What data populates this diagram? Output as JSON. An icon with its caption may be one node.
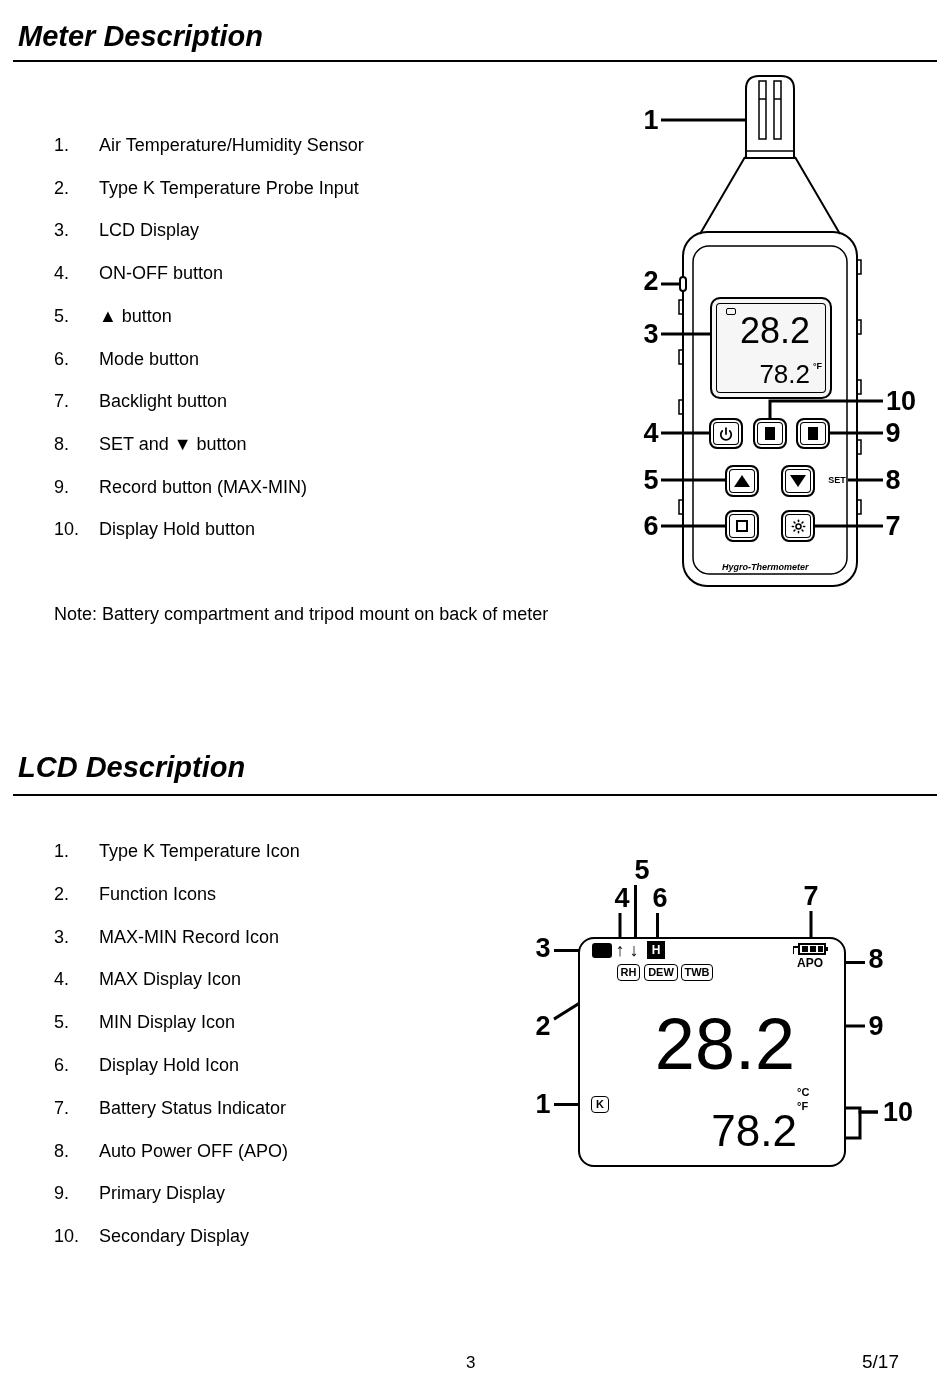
{
  "diagram": {
    "title": "Meter Description",
    "nodes": [
      {
        "text": [
          "1"
        ]
      },
      {
        "text": [],
        "shape": "box"
      },
      {
        "text": [
          "2"
        ]
      },
      {
        "text": [],
        "shape": "box"
      },
      {
        "text": [
          "3"
        ]
      },
      {
        "text": [
          "28.2",
          "78.2",
          "°F"
        ]
      },
      {
        "text": [
          "10"
        ]
      },
      {
        "text": [
          "4"
        ]
      },
      {
        "text": [],
        "shape": "box"
      },
      {
        "text": [],
        "shape": "box"
      },
      {
        "text": [],
        "shape": "box"
      },
      {
        "text": [
          "9"
        ]
      },
      {
        "text": [
          "5"
        ]
      },
      {
        "text": [],
        "shape": "box"
      },
      {
        "text": [],
        "shape": "box"
      },
      {
        "text": [
          "SET"
        ]
      },
      {
        "text": [
          "8"
        ]
      },
      {
        "text": [
          "6"
        ]
      },
      {
        "text": [],
        "shape": "box"
      },
      {
        "text": [],
        "shape": "box"
      },
      {
        "text": [
          "7"
        ]
      },
      {
        "text": [
          "5"
        ]
      },
      {
        "text": [
          "4"
        ]
      },
      {
        "text": [
          "6"
        ]
      },
      {
        "text": [
          "7"
        ]
      },
      {
        "text": [
          "3"
        ]
      },
      {
        "text": [],
        "shape": "box"
      },
      {
        "text": [],
        "shape": "box",
        "in": 26
      },
      {
        "text": [
          "↑"
        ],
        "in": 26
      },
      {
        "text": [
          "↓"
        ],
        "in": 26
      },
      {
        "text": [
          "H"
        ],
        "in": 26
      },
      {
        "text": [],
        "shape": "box",
        "in": 26
      },
      {
        "text": [
          "APO"
        ],
        "in": 26
      },
      {
        "text": [
          "8"
        ]
      },
      {
        "text": [
          "RH"
        ],
        "in": 26
      },
      {
        "text": [
          "DEW"
        ],
        "in": 26
      },
      {
        "text": [
          "TWB"
        ],
        "in": 26
      },
      {
        "text": [
          "2"
        ]
      },
      {
        "text": [
          "28.2"
        ],
        "in": 26
      },
      {
        "text": [
          "9"
        ]
      },
      {
        "text": [
          "1"
        ]
      },
      {
        "text": [
          "K"
        ],
        "in": 26
      },
      {
        "text": [
          "°C"
        ],
        "in": 26
      },
      {
        "text": [
          "°F"
        ],
        "in": 26
      },
      {
        "text": [
          "78.2"
        ],
        "in": 26
      },
      {
        "text": [
          "10"
        ]
      }
    ],
    "edges": [
      {
        "from": 0,
        "to": 1,
        "arrow": "none"
      },
      {
        "from": 2,
        "to": 3,
        "arrow": "none"
      },
      {
        "from": 4,
        "to": 5,
        "arrow": "none"
      },
      {
        "from": 6,
        "to": 9,
        "arrow": "none"
      },
      {
        "from": 7,
        "to": 8,
        "arrow": "none"
      },
      {
        "from": 11,
        "to": 10,
        "arrow": "none"
      },
      {
        "from": 12,
        "to": 13,
        "arrow": "none"
      },
      {
        "from": 16,
        "to": 15,
        "arrow": "none"
      },
      {
        "from": 17,
        "to": 18,
        "arrow": "none"
      },
      {
        "from": 20,
        "to": 19,
        "arrow": "none"
      },
      {
        "from": 21,
        "to": 29,
        "arrow": "none"
      },
      {
        "from": 22,
        "to": 28,
        "arrow": "none"
      },
      {
        "from": 23,
        "to": 30,
        "arrow": "none"
      },
      {
        "from": 24,
        "to": 31,
        "arrow": "none"
      },
      {
        "from": 25,
        "to": 27,
        "arrow": "none"
      },
      {
        "from": 33,
        "to": 32,
        "arrow": "none"
      },
      {
        "from": 37,
        "to": 34,
        "arrow": "none"
      },
      {
        "from": 39,
        "to": 38,
        "arrow": "none"
      },
      {
        "from": 40,
        "to": 41,
        "arrow": "none"
      },
      {
        "from": 45,
        "to": 44,
        "arrow": "none"
      },
      {
        "from": 45,
        "to": 43,
        "arrow": "none"
      }
    ],
    "labels": [
      "1.",
      "Air Temperature/Humidity Sensor",
      "2.",
      "Type K Temperature Probe Input",
      "3.",
      "LCD Display",
      "4.",
      "ON-OFF button",
      "5.",
      "▲ button",
      "6.",
      "Mode button",
      "7.",
      "Backlight button",
      "8.",
      "SET and ▼ button",
      "9.",
      "Record button (MAX-MIN)",
      "10.",
      "Display Hold button",
      "Hygro-Thermometer",
      "Note: Battery compartment and tripod mount on back of meter",
      "LCD Description",
      "1.",
      "Type K Temperature Icon",
      "2.",
      "Function Icons",
      "3.",
      "MAX-MIN Record Icon",
      "4.",
      "MAX Display Icon",
      "5.",
      "MIN Display Icon",
      "6.",
      "Display Hold Icon",
      "7.",
      "Battery Status Indicator",
      "8.",
      "Auto Power OFF (APO)",
      "9.",
      "Primary Display",
      "10.",
      "Secondary Display",
      "3",
      "5/17"
    ]
  }
}
